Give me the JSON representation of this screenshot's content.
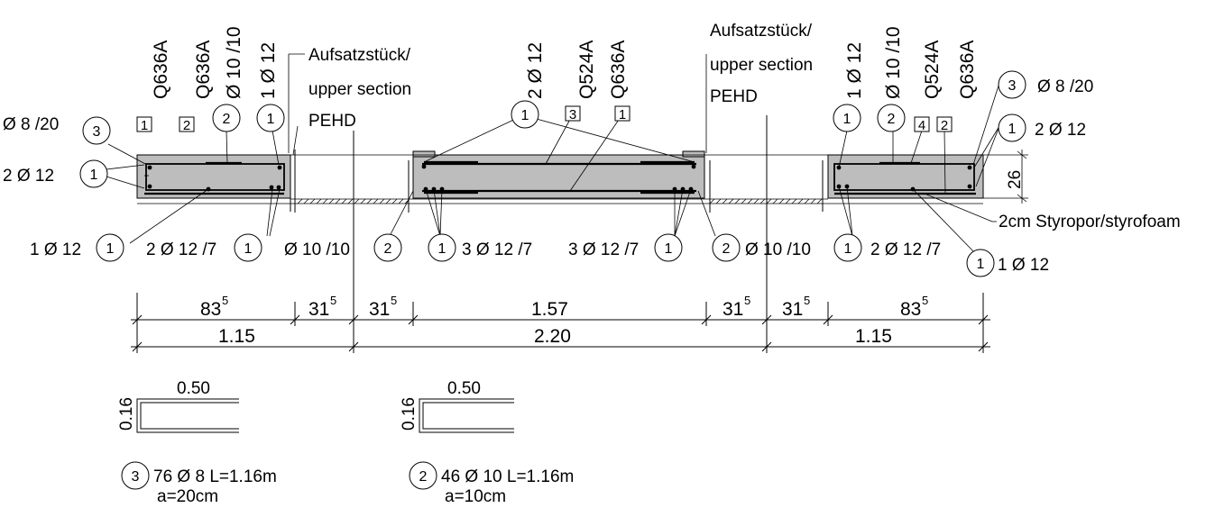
{
  "labels": {
    "left_stirrup": "Ø 8 /20",
    "left_top_bars": "2 Ø 12",
    "left_bottom_bar": "1 Ø 12",
    "left_bottom_bars": "2 Ø 12 /7",
    "left_edge_bars": "Ø 10 /10",
    "mid_left_bars": "3 Ø 12 /7",
    "mid_right_bars": "3 Ø 12 /7",
    "right_edge_bars": "Ø 10 /10",
    "right_bottom_bars": "2 Ø 12 /7",
    "right_bottom_bar": "1 Ø 12",
    "right_stirrup": "Ø 8 /20",
    "right_top_bars": "2 Ø 12",
    "styrofoam": "2cm Styropor/styrofoam",
    "thickness": "26",
    "upper_section_left": [
      "Aufsatzstück/",
      "upper section",
      "PEHD"
    ],
    "upper_section_right": [
      "Aufsatzstück/",
      "upper section",
      "PEHD"
    ]
  },
  "vertical_labels": {
    "left_mesh_1": "Q636A",
    "left_mesh_2": "Q636A",
    "left_bar_10": "Ø 10 /10",
    "left_bar_12": "1 Ø 12",
    "mid_bar_12": "2 Ø 12",
    "mid_mesh_3": "Q524A",
    "mid_mesh_1": "Q636A",
    "right_bar_12": "1 Ø 12",
    "right_bar_10": "Ø 10 /10",
    "right_mesh_4": "Q524A",
    "right_mesh_2": "Q636A"
  },
  "markers": {
    "c1": "1",
    "c2": "2",
    "c3": "3",
    "b1": "1",
    "b2": "2",
    "b3": "3",
    "b4": "4"
  },
  "dimensions": {
    "d1": "83",
    "d1s": "5",
    "d2": "31",
    "d2s": "5",
    "d3": "31",
    "d3s": "5",
    "d4": "1.57",
    "d5": "31",
    "d5s": "5",
    "d6": "31",
    "d6s": "5",
    "d7": "83",
    "d7s": "5",
    "t1": "1.15",
    "t2": "2.20",
    "t3": "1.15"
  },
  "shapes": {
    "shape3": {
      "width": "0.50",
      "height": "0.16",
      "marker": "3",
      "desc": "76 Ø 8 L=1.16m",
      "spacing": "a=20cm"
    },
    "shape2": {
      "width": "0.50",
      "height": "0.16",
      "marker": "2",
      "desc": "46 Ø 10 L=1.16m",
      "spacing": "a=10cm"
    }
  }
}
